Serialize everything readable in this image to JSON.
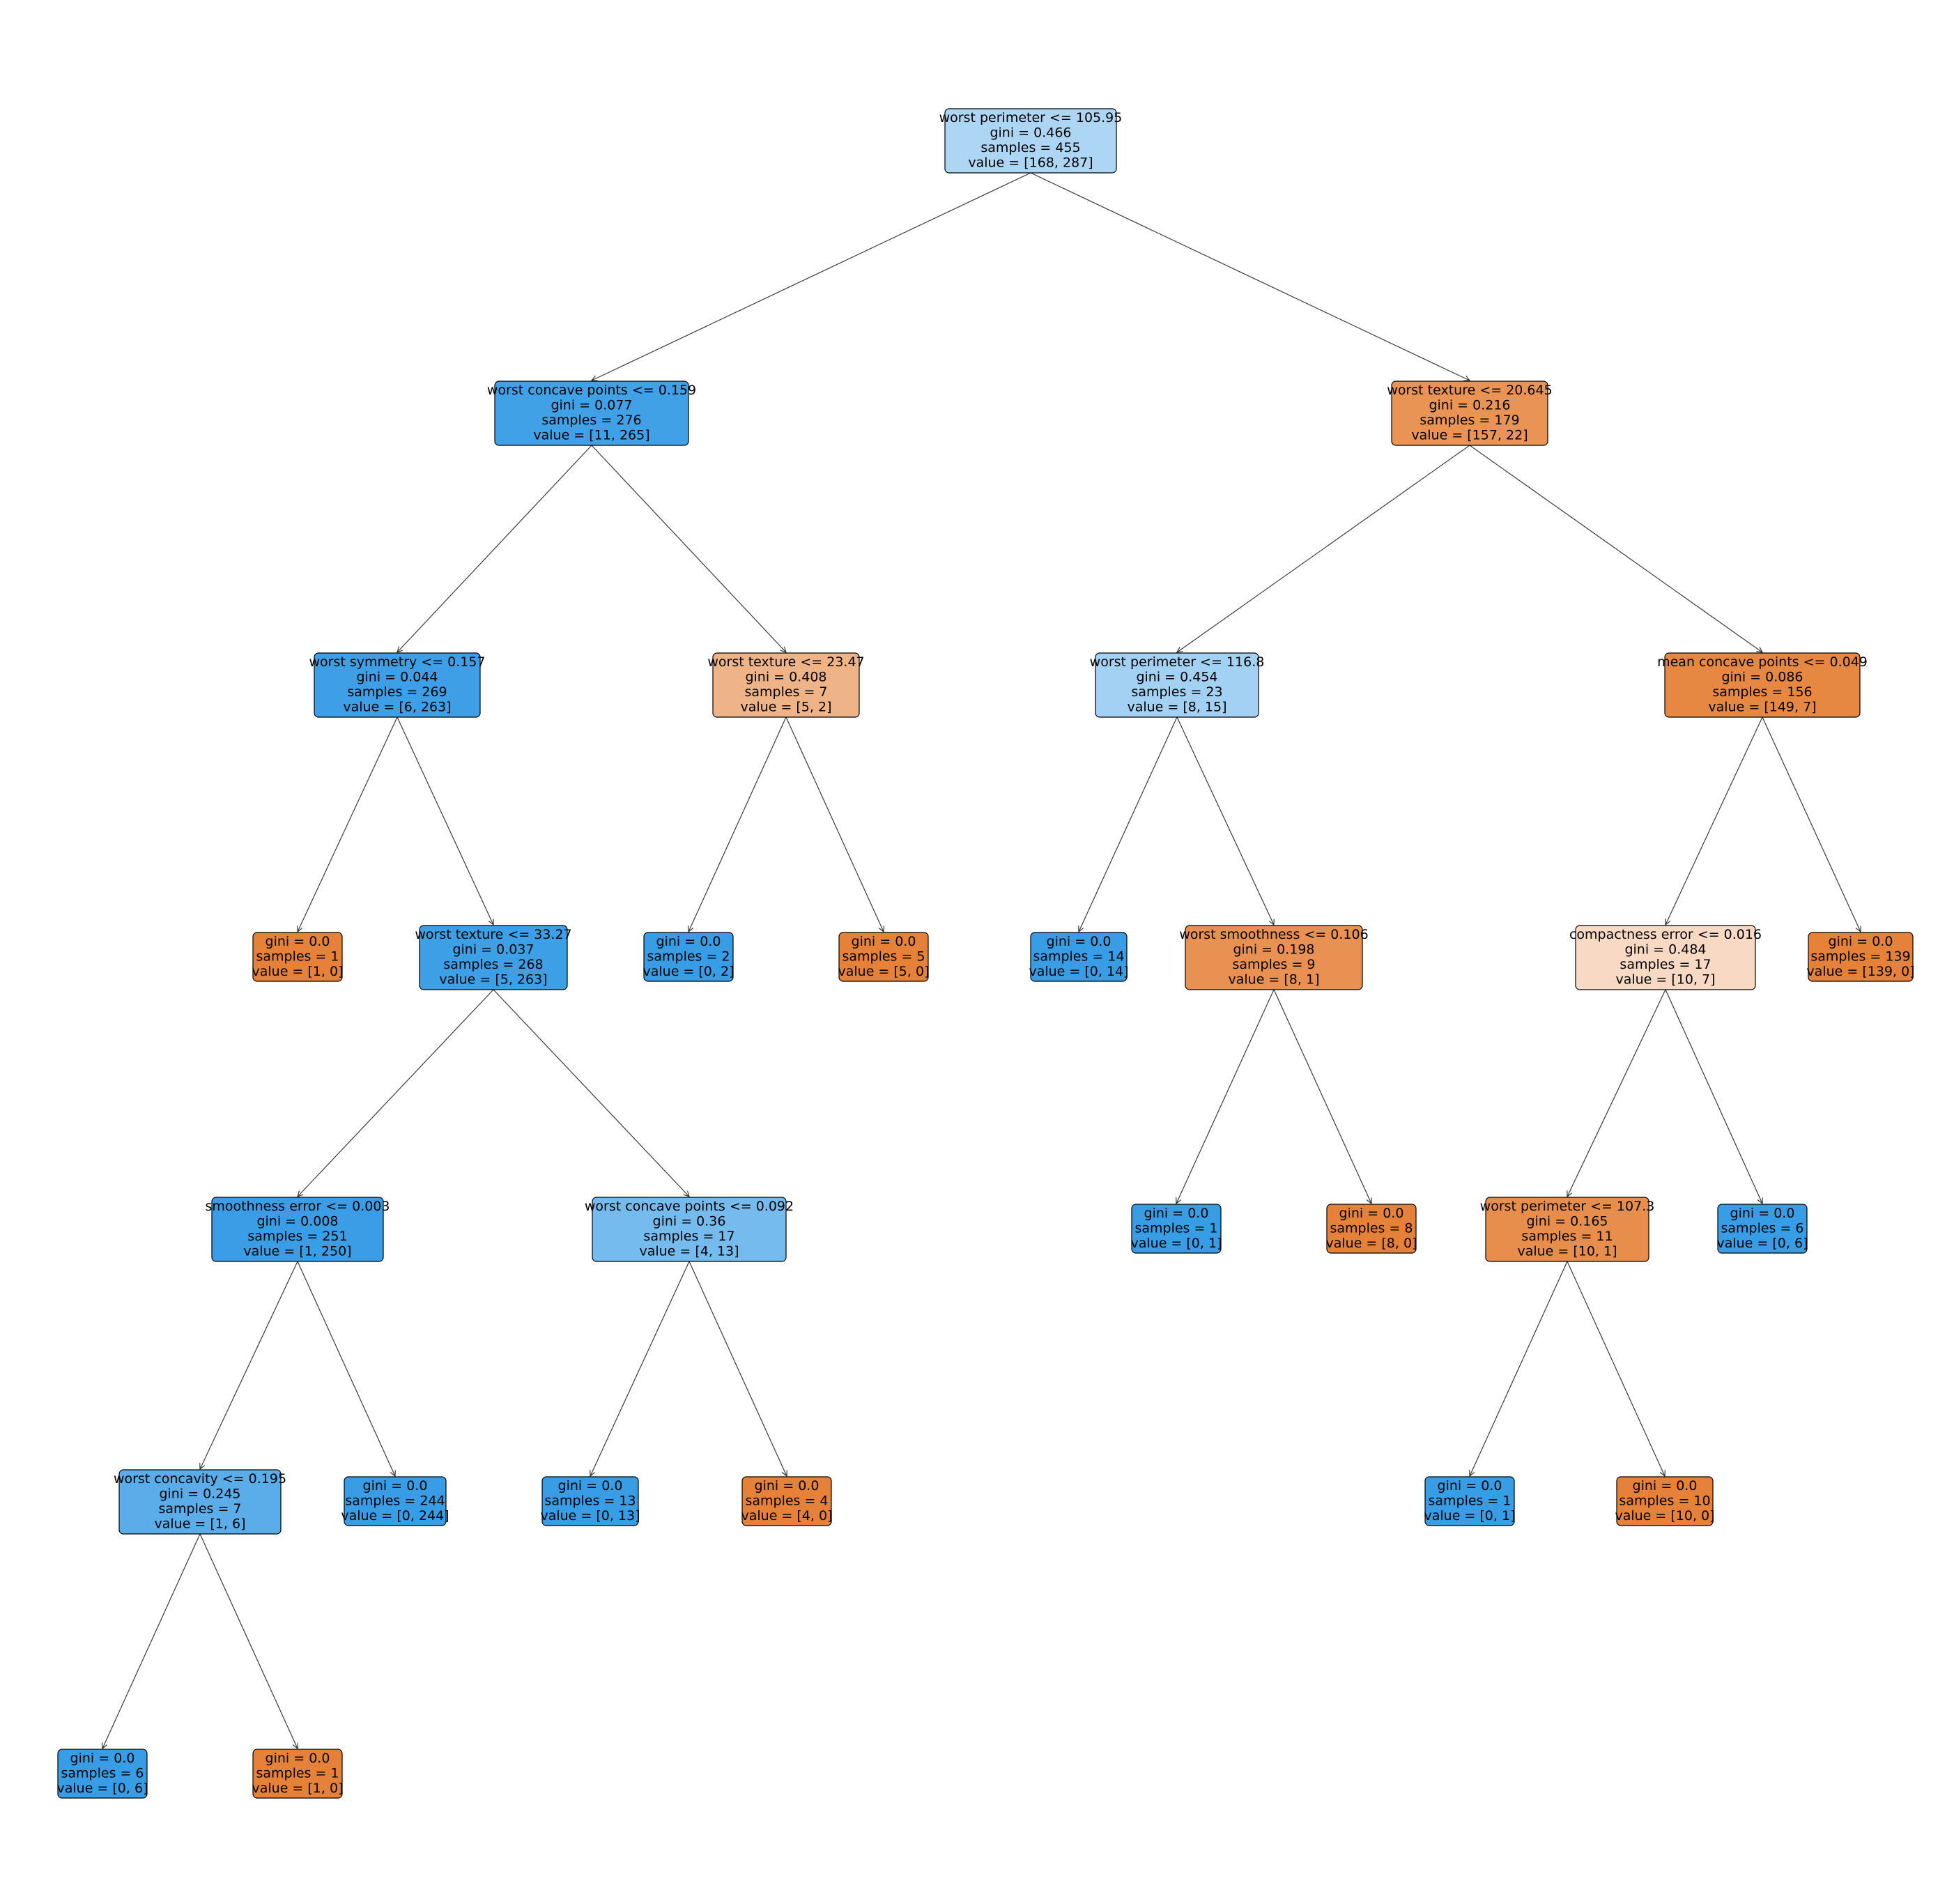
{
  "colors": {
    "class_0": "#e58139",
    "class_1": "#399de5",
    "edge": "#3a3a3a",
    "border": "#000000"
  },
  "tree": {
    "nodes": [
      {
        "id": "n0",
        "lines": [
          "worst perimeter <= 105.95",
          "gini = 0.466",
          "samples = 455",
          "value = [168, 287]"
        ],
        "value": [
          168,
          287
        ]
      },
      {
        "id": "n1",
        "lines": [
          "worst concave points <= 0.159",
          "gini = 0.077",
          "samples = 276",
          "value = [11, 265]"
        ],
        "value": [
          11,
          265
        ]
      },
      {
        "id": "n2",
        "lines": [
          "worst symmetry <= 0.157",
          "gini = 0.044",
          "samples = 269",
          "value = [6, 263]"
        ],
        "value": [
          6,
          263
        ]
      },
      {
        "id": "n3",
        "lines": [
          "gini = 0.0",
          "samples = 1",
          "value = [1, 0]"
        ],
        "value": [
          1,
          0
        ]
      },
      {
        "id": "n4",
        "lines": [
          "worst texture <= 33.27",
          "gini = 0.037",
          "samples = 268",
          "value = [5, 263]"
        ],
        "value": [
          5,
          263
        ]
      },
      {
        "id": "n5",
        "lines": [
          "smoothness error <= 0.003",
          "gini = 0.008",
          "samples = 251",
          "value = [1, 250]"
        ],
        "value": [
          1,
          250
        ]
      },
      {
        "id": "n6",
        "lines": [
          "worst concavity <= 0.195",
          "gini = 0.245",
          "samples = 7",
          "value = [1, 6]"
        ],
        "value": [
          1,
          6
        ]
      },
      {
        "id": "n7",
        "lines": [
          "gini = 0.0",
          "samples = 6",
          "value = [0, 6]"
        ],
        "value": [
          0,
          6
        ]
      },
      {
        "id": "n8",
        "lines": [
          "gini = 0.0",
          "samples = 1",
          "value = [1, 0]"
        ],
        "value": [
          1,
          0
        ]
      },
      {
        "id": "n9",
        "lines": [
          "gini = 0.0",
          "samples = 244",
          "value = [0, 244]"
        ],
        "value": [
          0,
          244
        ]
      },
      {
        "id": "n10",
        "lines": [
          "worst concave points <= 0.092",
          "gini = 0.36",
          "samples = 17",
          "value = [4, 13]"
        ],
        "value": [
          4,
          13
        ]
      },
      {
        "id": "n11",
        "lines": [
          "gini = 0.0",
          "samples = 13",
          "value = [0, 13]"
        ],
        "value": [
          0,
          13
        ]
      },
      {
        "id": "n12",
        "lines": [
          "gini = 0.0",
          "samples = 4",
          "value = [4, 0]"
        ],
        "value": [
          4,
          0
        ]
      },
      {
        "id": "n13",
        "lines": [
          "worst texture <= 23.47",
          "gini = 0.408",
          "samples = 7",
          "value = [5, 2]"
        ],
        "value": [
          5,
          2
        ]
      },
      {
        "id": "n14",
        "lines": [
          "gini = 0.0",
          "samples = 2",
          "value = [0, 2]"
        ],
        "value": [
          0,
          2
        ]
      },
      {
        "id": "n15",
        "lines": [
          "gini = 0.0",
          "samples = 5",
          "value = [5, 0]"
        ],
        "value": [
          5,
          0
        ]
      },
      {
        "id": "n16",
        "lines": [
          "worst texture <= 20.645",
          "gini = 0.216",
          "samples = 179",
          "value = [157, 22]"
        ],
        "value": [
          157,
          22
        ]
      },
      {
        "id": "n17",
        "lines": [
          "worst perimeter <= 116.8",
          "gini = 0.454",
          "samples = 23",
          "value = [8, 15]"
        ],
        "value": [
          8,
          15
        ]
      },
      {
        "id": "n18",
        "lines": [
          "gini = 0.0",
          "samples = 14",
          "value = [0, 14]"
        ],
        "value": [
          0,
          14
        ]
      },
      {
        "id": "n19",
        "lines": [
          "worst smoothness <= 0.106",
          "gini = 0.198",
          "samples = 9",
          "value = [8, 1]"
        ],
        "value": [
          8,
          1
        ]
      },
      {
        "id": "n20",
        "lines": [
          "gini = 0.0",
          "samples = 1",
          "value = [0, 1]"
        ],
        "value": [
          0,
          1
        ]
      },
      {
        "id": "n21",
        "lines": [
          "gini = 0.0",
          "samples = 8",
          "value = [8, 0]"
        ],
        "value": [
          8,
          0
        ]
      },
      {
        "id": "n22",
        "lines": [
          "mean concave points <= 0.049",
          "gini = 0.086",
          "samples = 156",
          "value = [149, 7]"
        ],
        "value": [
          149,
          7
        ]
      },
      {
        "id": "n23",
        "lines": [
          "compactness error <= 0.016",
          "gini = 0.484",
          "samples = 17",
          "value = [10, 7]"
        ],
        "value": [
          10,
          7
        ]
      },
      {
        "id": "n24",
        "lines": [
          "worst perimeter <= 107.3",
          "gini = 0.165",
          "samples = 11",
          "value = [10, 1]"
        ],
        "value": [
          10,
          1
        ]
      },
      {
        "id": "n25",
        "lines": [
          "gini = 0.0",
          "samples = 1",
          "value = [0, 1]"
        ],
        "value": [
          0,
          1
        ]
      },
      {
        "id": "n26",
        "lines": [
          "gini = 0.0",
          "samples = 10",
          "value = [10, 0]"
        ],
        "value": [
          10,
          0
        ]
      },
      {
        "id": "n27",
        "lines": [
          "gini = 0.0",
          "samples = 6",
          "value = [0, 6]"
        ],
        "value": [
          0,
          6
        ]
      },
      {
        "id": "n28",
        "lines": [
          "gini = 0.0",
          "samples = 139",
          "value = [139, 0]"
        ],
        "value": [
          139,
          0
        ]
      }
    ],
    "edges": [
      [
        "n0",
        "n1"
      ],
      [
        "n0",
        "n16"
      ],
      [
        "n1",
        "n2"
      ],
      [
        "n1",
        "n13"
      ],
      [
        "n2",
        "n3"
      ],
      [
        "n2",
        "n4"
      ],
      [
        "n4",
        "n5"
      ],
      [
        "n4",
        "n10"
      ],
      [
        "n5",
        "n6"
      ],
      [
        "n5",
        "n9"
      ],
      [
        "n6",
        "n7"
      ],
      [
        "n6",
        "n8"
      ],
      [
        "n10",
        "n11"
      ],
      [
        "n10",
        "n12"
      ],
      [
        "n13",
        "n14"
      ],
      [
        "n13",
        "n15"
      ],
      [
        "n16",
        "n17"
      ],
      [
        "n16",
        "n22"
      ],
      [
        "n17",
        "n18"
      ],
      [
        "n17",
        "n19"
      ],
      [
        "n19",
        "n20"
      ],
      [
        "n19",
        "n21"
      ],
      [
        "n22",
        "n23"
      ],
      [
        "n22",
        "n28"
      ],
      [
        "n23",
        "n24"
      ],
      [
        "n23",
        "n27"
      ],
      [
        "n24",
        "n25"
      ],
      [
        "n24",
        "n26"
      ]
    ]
  }
}
